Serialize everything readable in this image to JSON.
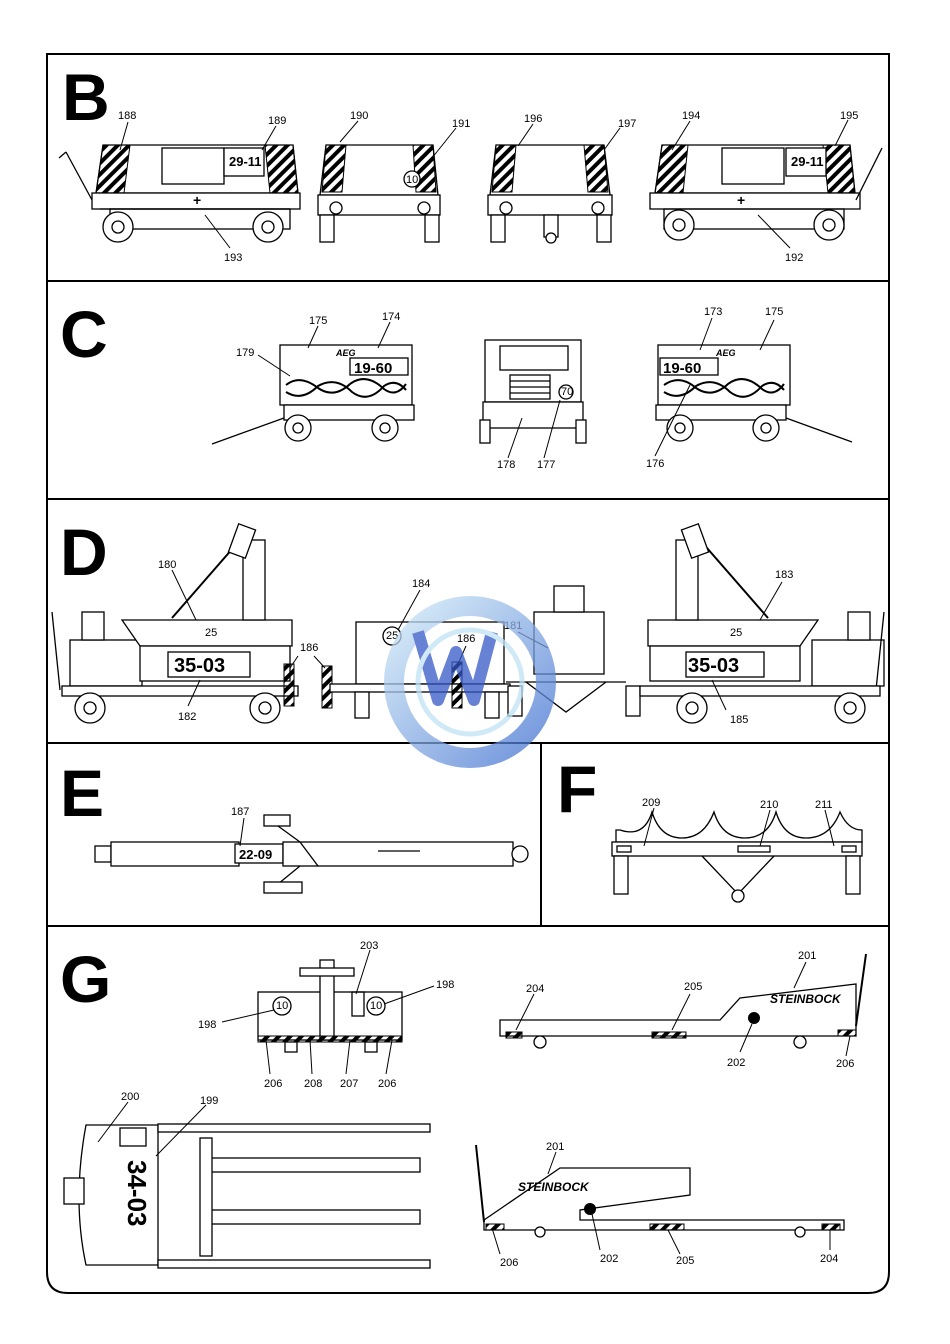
{
  "sections": {
    "B": {
      "letter": "B"
    },
    "C": {
      "letter": "C"
    },
    "D": {
      "letter": "D"
    },
    "E": {
      "letter": "E"
    },
    "F": {
      "letter": "F"
    },
    "G": {
      "letter": "G"
    }
  },
  "plates": {
    "b_left": "29-11",
    "b_right": "29-11",
    "b_rear_disc": "10",
    "c_left": "19-60",
    "c_right": "19-60",
    "c_brand": "AEG",
    "c_disc": "70",
    "d_left": "35-03",
    "d_right": "35-03",
    "d_disc": "25",
    "e_bar": "22-09",
    "g_top": "34-03",
    "g_disc": "10",
    "g_brand": "STEINBOCK"
  },
  "callouts": {
    "c188": "188",
    "c189": "189",
    "c190": "190",
    "c191": "191",
    "c196": "196",
    "c197": "197",
    "c194": "194",
    "c195": "195",
    "c193": "193",
    "c192": "192",
    "c175a": "175",
    "c174": "174",
    "c179": "179",
    "c178": "178",
    "c177": "177",
    "c173": "173",
    "c175b": "175",
    "c176": "176",
    "c180": "180",
    "c182": "182",
    "c186a": "186",
    "c184": "184",
    "c186b": "186",
    "c181": "181",
    "c183": "183",
    "c185": "185",
    "c187": "187",
    "c209": "209",
    "c210": "210",
    "c211": "211",
    "c203": "203",
    "c198a": "198",
    "c198b": "198",
    "c206a": "206",
    "c208": "208",
    "c207": "207",
    "c206b": "206",
    "c201a": "201",
    "c204a": "204",
    "c205a": "205",
    "c202a": "202",
    "c206c": "206",
    "c200": "200",
    "c199": "199",
    "c201b": "201",
    "c206d": "206",
    "c202b": "202",
    "c205b": "205",
    "c204b": "204"
  }
}
